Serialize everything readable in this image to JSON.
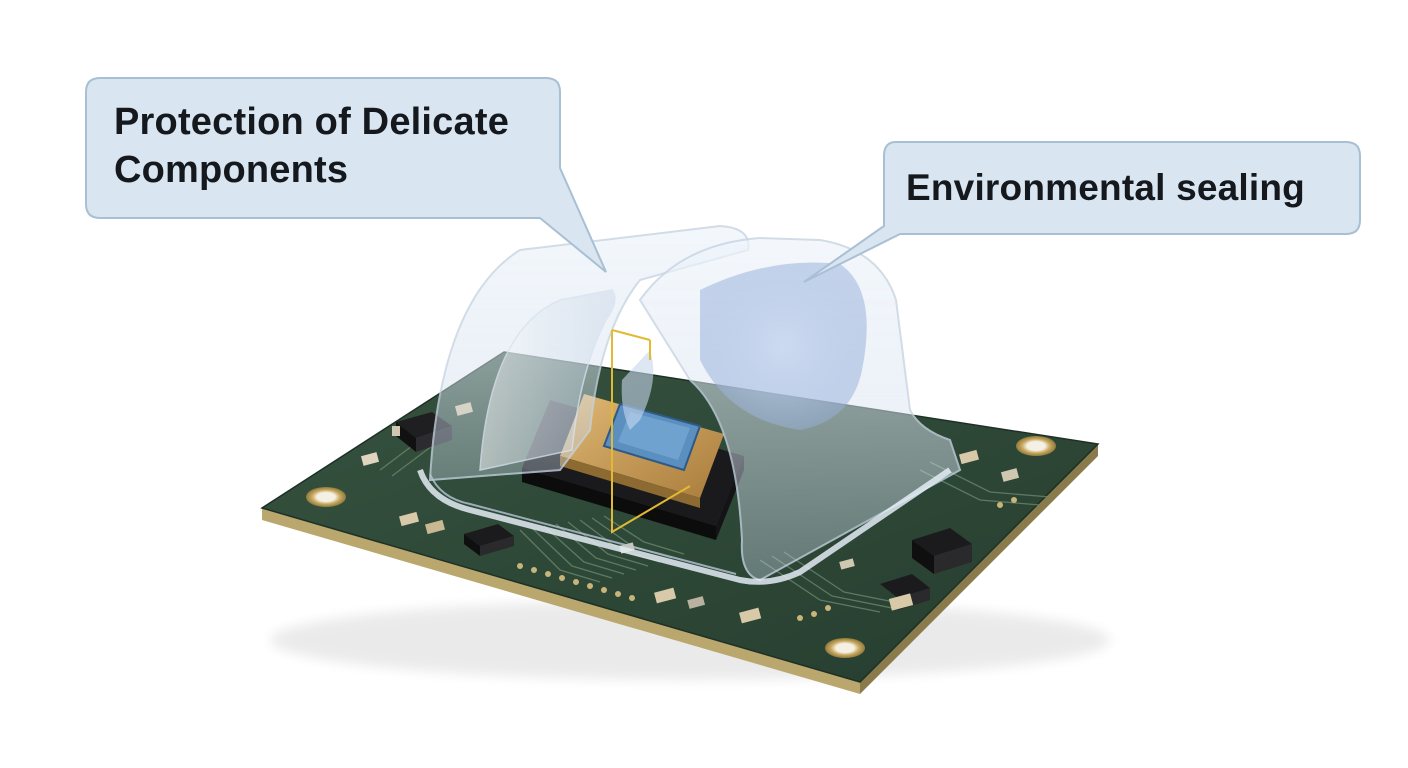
{
  "callouts": {
    "left": {
      "line1": "Protection of Delicate",
      "line2": "Components"
    },
    "right": {
      "text": "Environmental sealing"
    }
  },
  "colors": {
    "background": "#ffffff",
    "callout_fill": "#d9e6f1",
    "callout_border": "#a9bfd3",
    "callout_text": "#15191e",
    "pcb": "#2f4a39",
    "pcb_edge": "#c9b57a",
    "chip_gold": "#c49a55",
    "die_blue": "#4f86b8",
    "highlight_line": "#e2b933",
    "enclosure": "#dfe9f4"
  },
  "icons": [
    "pcb-board",
    "transparent-enclosure",
    "processor-chip",
    "mounting-hole",
    "smd-component"
  ]
}
